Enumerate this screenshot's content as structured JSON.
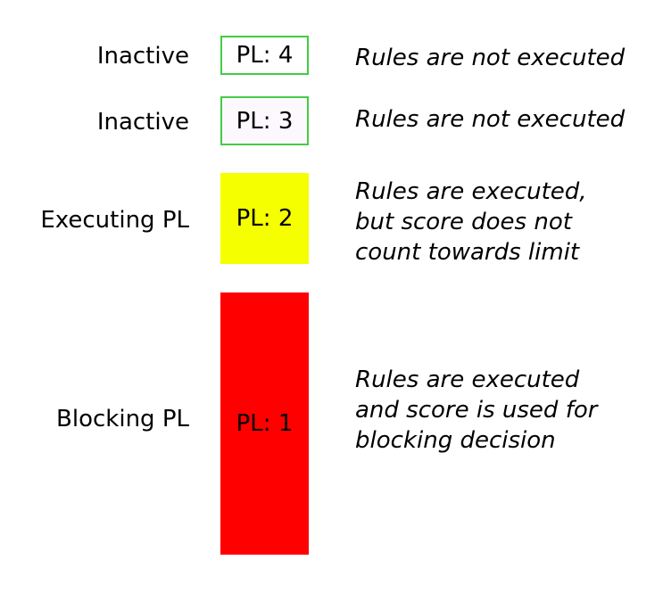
{
  "levels": [
    {
      "state": "Inactive",
      "box_label": "PL: 4",
      "fill_color": "#ffffff",
      "border_color": "#44cc44",
      "description": [
        "Rules are not executed"
      ]
    },
    {
      "state": "Inactive",
      "box_label": "PL: 3",
      "fill_color": "#fdf8fd",
      "border_color": "#44cc44",
      "description": [
        "Rules are not executed"
      ]
    },
    {
      "state": "Executing PL",
      "box_label": "PL: 2",
      "fill_color": "#f5ff00",
      "border_color": "",
      "description": [
        "Rules are executed,",
        "but score does not",
        "count towards limit"
      ]
    },
    {
      "state": "Blocking PL",
      "box_label": "PL: 1",
      "fill_color": "#ff0000",
      "border_color": "",
      "description": [
        "Rules are executed",
        "and score is used for",
        "blocking decision"
      ]
    }
  ]
}
